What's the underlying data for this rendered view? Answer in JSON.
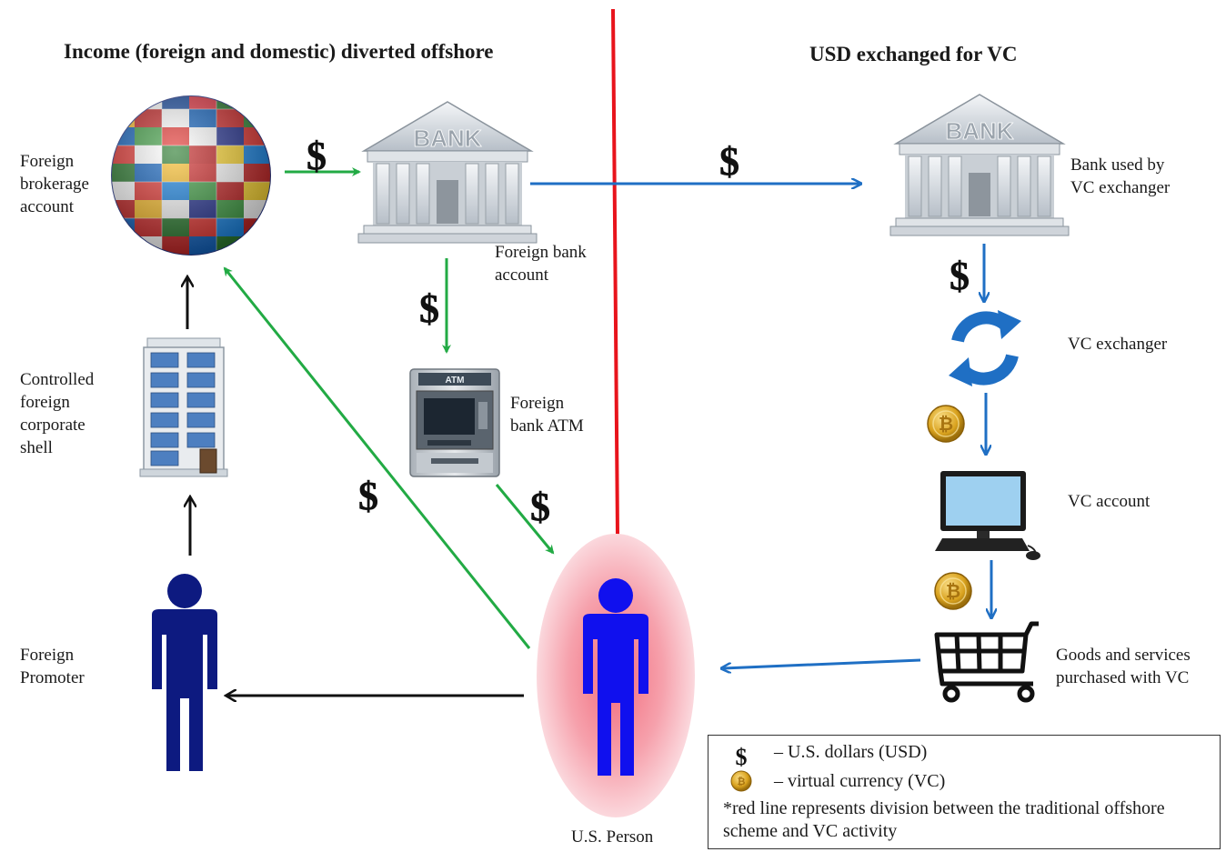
{
  "titles": {
    "left": "Income (foreign and domestic) diverted offshore",
    "right": "USD exchanged for VC"
  },
  "labels": {
    "foreign_brokerage": "Foreign\nbrokerage\naccount",
    "controlled_shell": "Controlled\nforeign\ncorporate\nshell",
    "foreign_promoter": "Foreign\nPromoter",
    "foreign_bank_account": "Foreign bank\naccount",
    "foreign_bank_atm": "Foreign\nbank ATM",
    "us_person": "U.S. Person",
    "bank_vc": "Bank used by\nVC exchanger",
    "vc_exchanger": "VC exchanger",
    "vc_account": "VC account",
    "goods_services": "Goods and services\npurchased with VC"
  },
  "bank_sign": "BANK",
  "atm_sign": "ATM",
  "dollar_symbol": "$",
  "coin_symbol": "₿",
  "legend": {
    "usd": "– U.S. dollars (USD)",
    "vc": "– virtual currency (VC)",
    "note": "*red line represents division between the traditional offshore scheme and VC activity"
  },
  "colors": {
    "divider": "#e8141c",
    "green_flow": "#22aa44",
    "blue_flow": "#1f6fc4",
    "black_flow": "#111111",
    "person_navy": "#0d1a80",
    "person_blue": "#1010ee",
    "us_person_glow": "#f3a6b0",
    "coin_gold": "#d9a21e"
  },
  "icons": [
    "globe-icon",
    "bank-icon",
    "atm-icon",
    "office-building-icon",
    "person-icon",
    "exchange-cycle-icon",
    "computer-icon",
    "shopping-cart-icon",
    "dollar-icon",
    "coin-icon"
  ]
}
